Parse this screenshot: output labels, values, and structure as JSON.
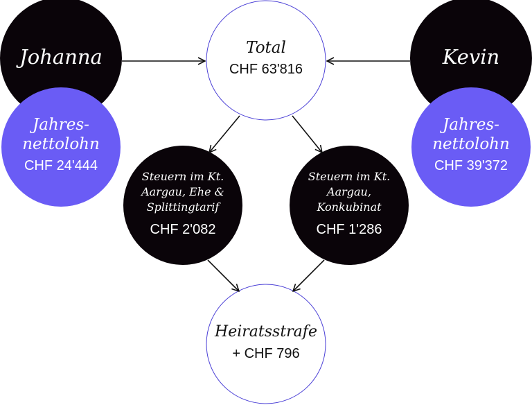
{
  "colors": {
    "black_node": "#0a0409",
    "blue_node": "#6a5cf5",
    "white_node_fill": "#ffffff",
    "white_node_border": "#4a3fd6",
    "arrow": "#111111",
    "text_on_dark": "#ffffff",
    "text_on_light": "#111111"
  },
  "nodes": {
    "johanna": {
      "name": "Johanna"
    },
    "kevin": {
      "name": "Kevin"
    },
    "johanna_income": {
      "title_line1": "Jahres-",
      "title_line2": "nettolohn",
      "value": "CHF 24'444"
    },
    "kevin_income": {
      "title_line1": "Jahres-",
      "title_line2": "nettolohn",
      "value": "CHF 39'372"
    },
    "total": {
      "title": "Total",
      "value": "CHF 63'816"
    },
    "tax_married": {
      "line1": "Steuern im Kt.",
      "line2": "Aargau, Ehe &",
      "line3": "Splittingtarif",
      "value": "CHF 2'082"
    },
    "tax_concubinage": {
      "line1": "Steuern im Kt.",
      "line2": "Aargau,",
      "line3": "Konkubinat",
      "value": "CHF 1'286"
    },
    "penalty": {
      "title": "Heiratsstrafe",
      "value": "+ CHF 796"
    }
  },
  "edges": [
    {
      "from": "johanna",
      "to": "total"
    },
    {
      "from": "kevin",
      "to": "total"
    },
    {
      "from": "total",
      "to": "tax_married"
    },
    {
      "from": "total",
      "to": "tax_concubinage"
    },
    {
      "from": "tax_married",
      "to": "penalty"
    },
    {
      "from": "tax_concubinage",
      "to": "penalty"
    }
  ]
}
